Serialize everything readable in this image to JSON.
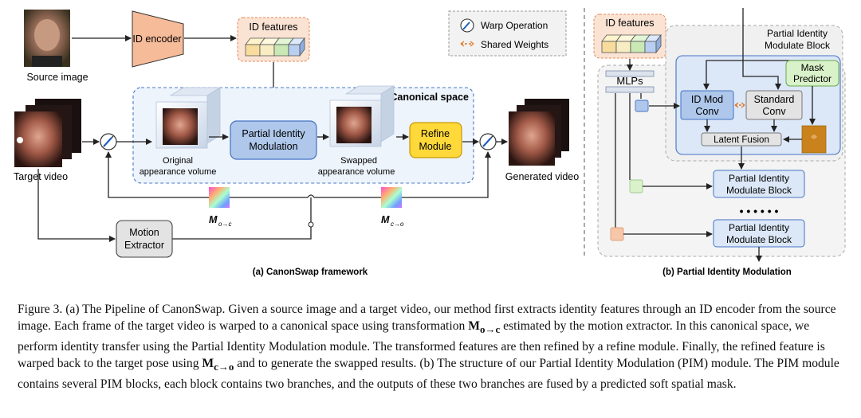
{
  "left": {
    "source_image_label": "Source image",
    "id_encoder_label": "ID encoder",
    "id_features_label": "ID features",
    "canonical_space_label": "Canonical space",
    "target_video_label": "Target video",
    "original_volume_label_1": "Original",
    "original_volume_label_2": "appearance volume",
    "pim_label_1": "Partial Identity",
    "pim_label_2": "Modulation",
    "swapped_volume_label_1": "Swapped",
    "swapped_volume_label_2": "appearance volume",
    "refine_label_1": "Refine",
    "refine_label_2": "Module",
    "generated_video_label": "Generated video",
    "motion_extractor_label_1": "Motion",
    "motion_extractor_label_2": "Extractor",
    "flow_o2c_main": "M",
    "flow_o2c_sub": "o→c",
    "flow_c2o_main": "M",
    "flow_c2o_sub": "c→o",
    "subfigure_caption": "(a) CanonSwap framework"
  },
  "legend": {
    "warp_label": "Warp Operation",
    "shared_label": "Shared Weights"
  },
  "right": {
    "id_features_label": "ID features",
    "block_title_1": "Partial Identity",
    "block_title_2": "Modulate Block",
    "mask_predictor_1": "Mask",
    "mask_predictor_2": "Predictor",
    "mlps_label": "MLPs",
    "idmod_1": "ID Mod",
    "idmod_2": "Conv",
    "std_1": "Standard",
    "std_2": "Conv",
    "latent_fusion_label": "Latent Fusion",
    "pim_block_1": "Partial Identity",
    "pim_block_2": "Modulate Block",
    "ellipsis": "• • •   • • •",
    "pim_block_b_1": "Partial Identity",
    "pim_block_b_2": "Modulate Block",
    "subfigure_caption": "(b) Partial Identity Modulation"
  },
  "caption": {
    "p1": "Figure 3. (a) The Pipeline of CanonSwap. Given a source image and a target video, our method first extracts identity features through an ID encoder from the source image. Each frame of the target video is warped to a canonical space using transformation ",
    "m1": "M",
    "m1_sub": "o→c",
    "p2": " estimated by the motion extractor. In this canonical space, we perform identity transfer using the Partial Identity Modulation module. The transformed features are then refined by a refine module. Finally, the refined feature is warped back to the target pose using ",
    "m2": "M",
    "m2_sub": "c→o",
    "p3": " and to generate the swapped results. (b) The structure of our Partial Identity Modulation (PIM) module. The PIM module contains several PIM blocks, each block contains two branches, and the outputs of these two branches are fused by a predicted soft spatial mask."
  },
  "colors": {
    "blue_box": "#aec7ea",
    "blue_border": "#4472c4",
    "yellow_box": "#ffd83a",
    "green_box": "#d9f2c9",
    "gray_box": "#e3e3e3",
    "canonical_fill": "#eef4fc",
    "orange_feature": "#fbe3d4"
  }
}
